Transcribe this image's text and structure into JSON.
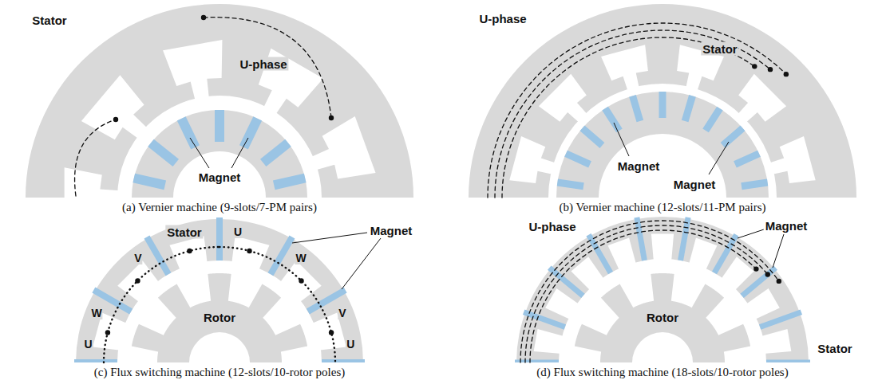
{
  "diagram": {
    "labels": [
      "Stator",
      "U-phase",
      "Magnet",
      "(a) Vernier machine (9-slots/7-PM pairs)",
      "U-phase",
      "Stator",
      "Magnet",
      "Magnet",
      "(b) Vernier machine (12-slots/11-PM pairs)",
      "Stator",
      "U",
      "V",
      "W",
      "W",
      "V",
      "U",
      "U",
      "Magnet",
      "Rotor",
      "(c) Flux switching machine (12-slots/10-rotor poles)",
      "U-phase",
      "Magnet",
      "Rotor",
      "Stator",
      "(d) Flux switching machine (18-slots/10-rotor poles)"
    ]
  }
}
